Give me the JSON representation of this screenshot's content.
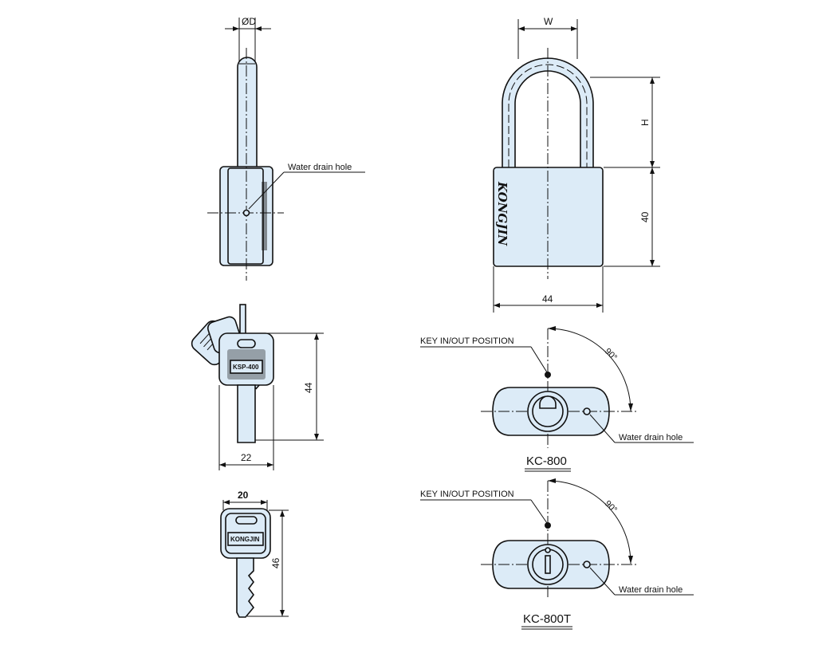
{
  "dimensions": {
    "diameter": "ØD",
    "width": "W",
    "shackle_height": "H",
    "body_height": "40",
    "body_width": "44",
    "key_blank_height": "44",
    "key_blank_width": "22",
    "key_height": "46",
    "key_width": "20"
  },
  "labels": {
    "water_drain_hole_side": "Water drain hole",
    "water_drain_hole_kc800": "Water drain hole",
    "water_drain_hole_kc800t": "Water drain hole",
    "key_position_kc800": "KEY IN/OUT POSITION",
    "key_position_kc800t": "KEY IN/OUT POSITION",
    "angle_kc800": "90°",
    "angle_kc800t": "90°"
  },
  "models": {
    "kc800": "KC-800",
    "kc800t": "KC-800T"
  },
  "markings": {
    "brand_on_body": "KONGJIN",
    "key_tag": "KSP-400",
    "key_head": "KONGJIN"
  }
}
